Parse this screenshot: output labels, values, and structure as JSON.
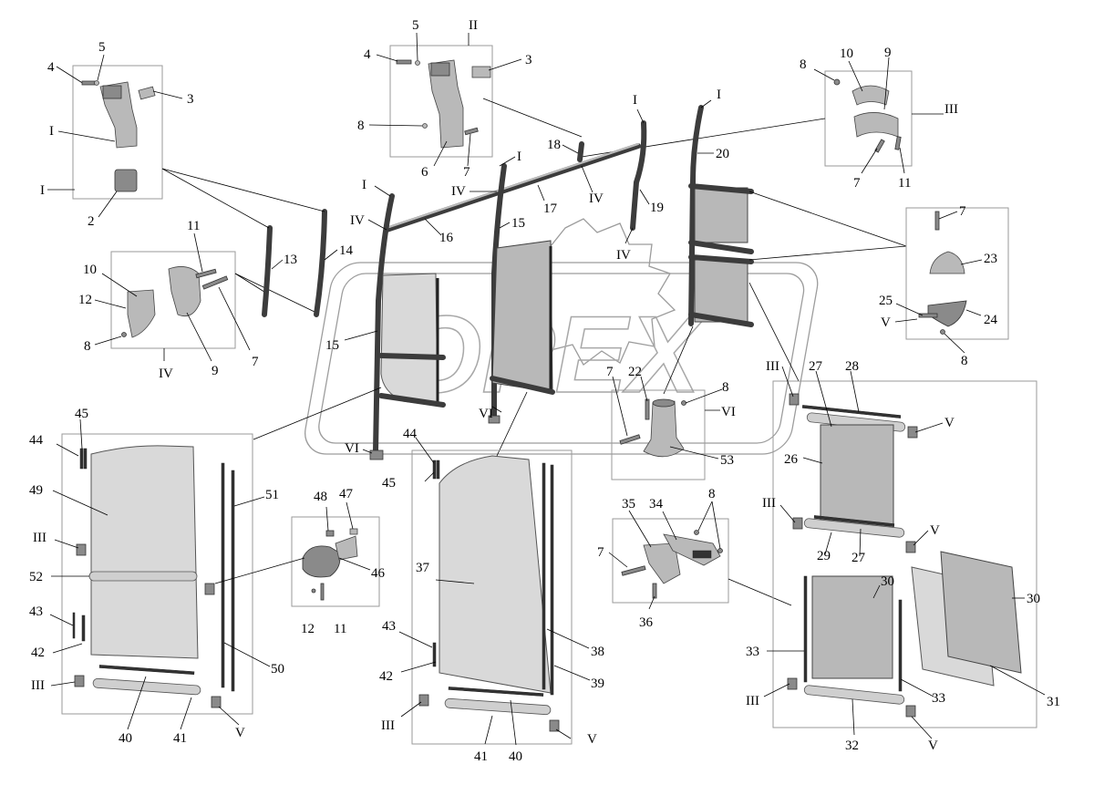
{
  "watermark": "OPEX",
  "views": [
    "I",
    "II",
    "III",
    "IV",
    "V",
    "VI"
  ],
  "callouts": {
    "v1_box": "I",
    "v1_4": "4",
    "v1_5": "5",
    "v1_3": "3",
    "v1_Ipart": "I",
    "v1_2": "2",
    "v2_box": "II",
    "v2_5": "5",
    "v2_4": "4",
    "v2_3": "3",
    "v2_8": "8",
    "v2_6": "6",
    "v2_7": "7",
    "v3_8": "8",
    "v3_10": "10",
    "v3_9": "9",
    "v3_box": "III",
    "v3_7": "7",
    "v3_11": "11",
    "v4_11": "11",
    "v4_10": "10",
    "v4_12": "12",
    "v4_8": "8",
    "v4_box": "IV",
    "v4_9": "9",
    "v4_7": "7",
    "f_13": "13",
    "f_14": "14",
    "f_I_a": "I",
    "f_IV_a": "IV",
    "f_16": "16",
    "f_I_b": "I",
    "f_IV_b": "IV",
    "f_15a": "15",
    "f_17": "17",
    "f_18": "18",
    "f_IV_c": "IV",
    "f_I_c": "I",
    "f_19": "19",
    "f_IV_d": "IV",
    "f_I_d": "I",
    "f_20": "20",
    "f_15b": "15",
    "f_VI_a": "VI",
    "f_VI_b": "VI",
    "v5_7": "7",
    "v5_23": "23",
    "v5_25": "25",
    "v5_V": "V",
    "v5_24": "24",
    "v5_8": "8",
    "v6_7": "7",
    "v6_22": "22",
    "v6_8": "8",
    "v6_VI": "VI",
    "v6_53": "53",
    "l_45": "45",
    "l_44": "44",
    "l_49": "49",
    "l_III_a": "III",
    "l_52": "52",
    "l_43": "43",
    "l_42": "42",
    "l_III_b": "III",
    "l_40": "40",
    "l_41": "41",
    "l_V": "V",
    "l_51": "51",
    "l_50": "50",
    "d_48": "48",
    "d_47": "47",
    "d_46": "46",
    "d_12": "12",
    "d_11": "11",
    "m_44": "44",
    "m_45": "45",
    "m_37": "37",
    "m_43": "43",
    "m_42": "42",
    "m_III": "III",
    "m_41": "41",
    "m_40": "40",
    "m_V": "V",
    "m_38": "38",
    "m_39": "39",
    "h_35": "35",
    "h_34": "34",
    "h_8": "8",
    "h_7": "7",
    "h_36": "36",
    "r_III_a": "III",
    "r_27a": "27",
    "r_28": "28",
    "r_V_a": "V",
    "r_26": "26",
    "r_III_b": "III",
    "r_V_b": "V",
    "r_29": "29",
    "r_27b": "27",
    "r_30a": "30",
    "r_30b": "30",
    "r_33a": "33",
    "r_III_c": "III",
    "r_33b": "33",
    "r_32": "32",
    "r_V_c": "V",
    "r_31": "31"
  },
  "colors": {
    "line": "#000000",
    "panel": "#b8b8b8",
    "frame": "#3c3c3c",
    "watermark": "#a8a8a8"
  }
}
